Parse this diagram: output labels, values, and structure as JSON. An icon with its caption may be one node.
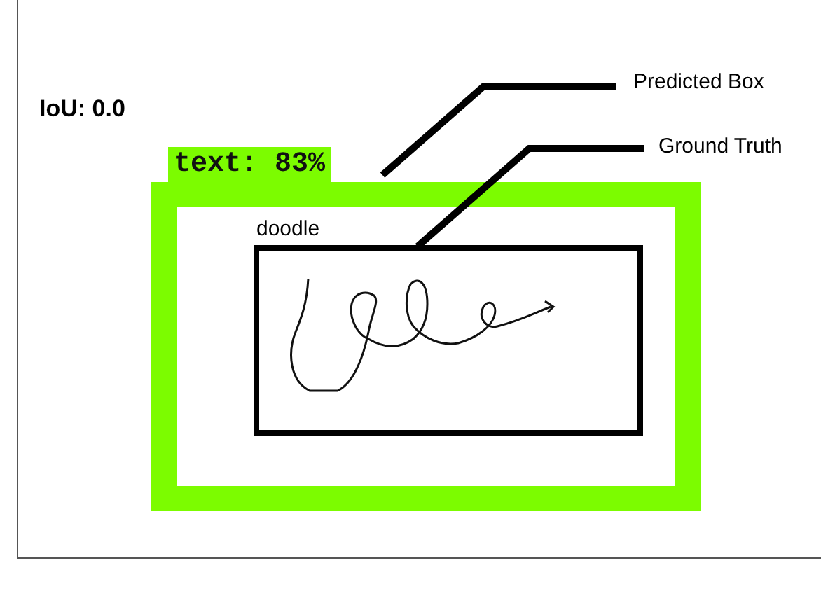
{
  "diagram": {
    "nodes": [
      {
        "text": [
          "Predicted Box"
        ]
      },
      {
        "text": [
          "Ground Truth"
        ]
      },
      {
        "text": [
          "text: 83%"
        ]
      },
      {
        "text": [
          "doodle"
        ],
        "in": 2
      }
    ],
    "edges": [
      {
        "from": 0,
        "to": 2,
        "arrow": "none"
      },
      {
        "from": 1,
        "to": 3,
        "arrow": "none"
      }
    ],
    "labels": [
      "IoU: 0.0"
    ]
  }
}
